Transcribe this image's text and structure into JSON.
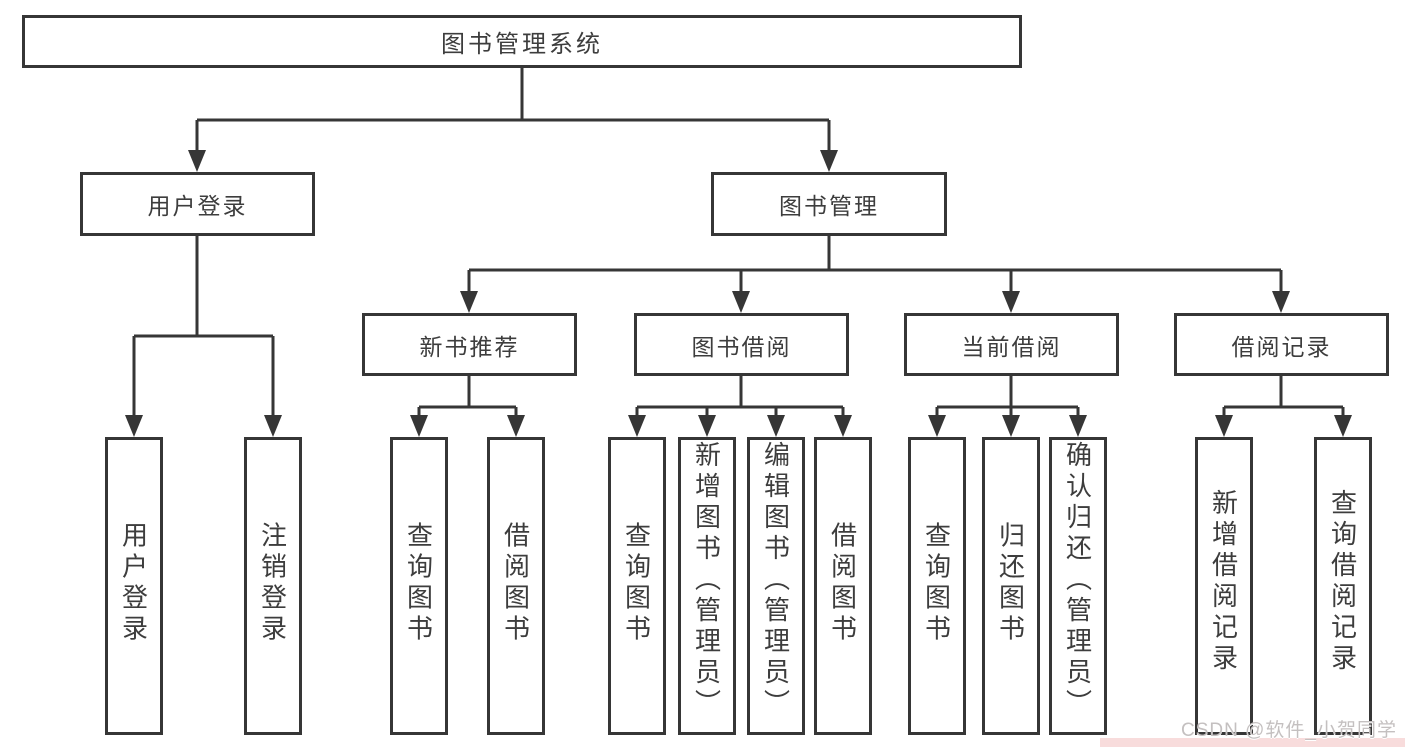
{
  "tree": {
    "root": {
      "label": "图书管理系统",
      "children": [
        {
          "label": "用户登录",
          "children": [
            {
              "label": "用户登录"
            },
            {
              "label": "注销登录"
            }
          ]
        },
        {
          "label": "图书管理",
          "children": [
            {
              "label": "新书推荐",
              "children": [
                {
                  "label": "查询图书"
                },
                {
                  "label": "借阅图书"
                }
              ]
            },
            {
              "label": "图书借阅",
              "children": [
                {
                  "label": "查询图书"
                },
                {
                  "label": "新增图书（管理员）"
                },
                {
                  "label": "编辑图书（管理员）"
                },
                {
                  "label": "借阅图书"
                }
              ]
            },
            {
              "label": "当前借阅",
              "children": [
                {
                  "label": "查询图书"
                },
                {
                  "label": "归还图书"
                },
                {
                  "label": "确认归还（管理员）"
                }
              ]
            },
            {
              "label": "借阅记录",
              "children": [
                {
                  "label": "新增借阅记录"
                },
                {
                  "label": "查询借阅记录"
                }
              ]
            }
          ]
        }
      ]
    }
  },
  "watermark": {
    "text": "CSDN @软件_小贺同学"
  },
  "colors": {
    "line": "#363636",
    "text": "#3d3d3d",
    "background": "#ffffff",
    "watermark": "#c4c0c0",
    "watermark_strip": "#f2baba"
  }
}
